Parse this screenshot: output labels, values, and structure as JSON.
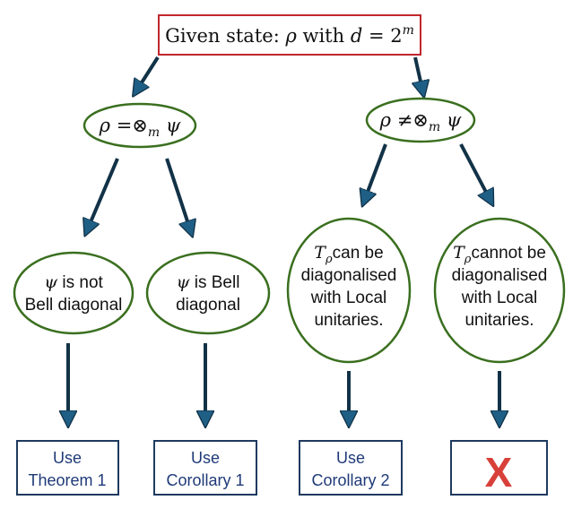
{
  "root": {
    "prefix": "Given state: ",
    "rho": "ρ",
    "mid": " with ",
    "d": "d",
    "eq": " = 2",
    "exp": "m"
  },
  "left_condition": {
    "rho": "ρ",
    "op": " =⊗",
    "sub": "m",
    "psi": " ψ"
  },
  "right_condition": {
    "rho": "ρ",
    "op": " ≠⊗",
    "sub": "m",
    "psi": " ψ"
  },
  "leaves": {
    "not_bell": {
      "psi": "ψ",
      "line1": " is not",
      "line2": "Bell diagonal"
    },
    "bell": {
      "psi": "ψ",
      "line1": " is Bell",
      "line2": "diagonal"
    },
    "can_diag": {
      "T": "T",
      "sub": "ρ",
      "line1": "can be",
      "line2": "diagonalised",
      "line3": "with Local",
      "line4": "unitaries."
    },
    "cannot_diag": {
      "T": "T",
      "sub": "ρ",
      "line1": "cannot be",
      "line2": "diagonalised",
      "line3": "with Local",
      "line4": "unitaries."
    }
  },
  "outcomes": {
    "theorem1": {
      "line1": "Use",
      "line2": "Theorem 1"
    },
    "corollary1": {
      "line1": "Use",
      "line2": "Corollary 1"
    },
    "corollary2": {
      "line1": "Use",
      "line2": "Corollary 2"
    },
    "none": {
      "symbol": "X"
    }
  },
  "colors": {
    "root_border": "#c0272d",
    "ellipse_border": "#3a6f1f",
    "box_border": "#1f3a5f",
    "arrow": "#1b4460",
    "outcome_text": "#1f3a78",
    "x_mark": "#d8403a"
  }
}
